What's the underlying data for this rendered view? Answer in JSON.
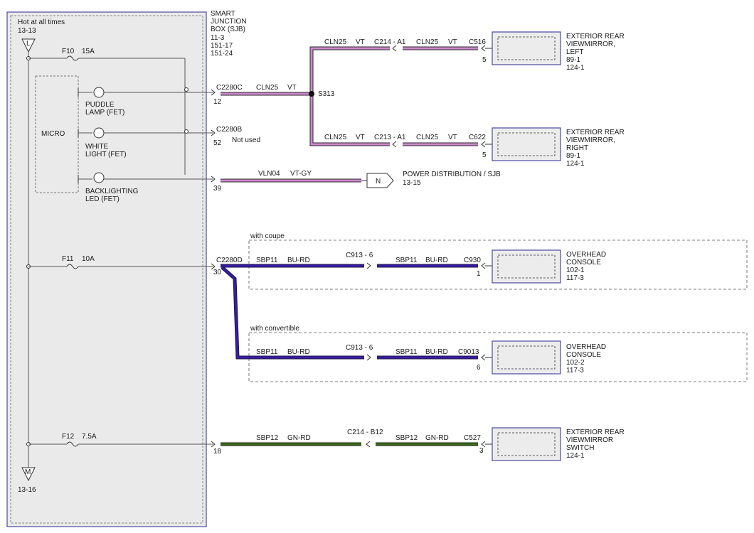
{
  "colors": {
    "vt": "#cc88cc",
    "bu_rd": "#3a1aa8",
    "gn_rd": "#3d6b1e",
    "box_fill": "#ececec",
    "box_border": "#4a4aa0",
    "thin_wire": "#555555"
  },
  "sjb": {
    "title_line1": "SMART",
    "title_line2": "JUNCTION",
    "title_line3": "BOX (SJB)",
    "ref1": "11-3",
    "ref2": "151-17",
    "ref3": "151-24",
    "hot_label": "Hot at all times",
    "hot_ref": "13-13",
    "top_connector": "L",
    "bottom_connector": "M",
    "bottom_ref": "13-16",
    "micro_label": "MICRO"
  },
  "fuses": [
    {
      "name": "F10",
      "rating": "15A"
    },
    {
      "name": "F11",
      "rating": "10A"
    },
    {
      "name": "F12",
      "rating": "7.5A"
    }
  ],
  "fets": [
    {
      "line1": "PUDDLE",
      "line2": "LAMP (FET)"
    },
    {
      "line1": "WHITE",
      "line2": "LIGHT (FET)"
    },
    {
      "line1": "BACKLIGHTING",
      "line2": "LED (FET)"
    }
  ],
  "sjb_pins": [
    {
      "connector": "C2280C",
      "pin": "12"
    },
    {
      "connector": "C2280B",
      "pin": "52",
      "note": "Not used"
    },
    {
      "connector": "",
      "pin": "39"
    },
    {
      "connector": "C2280D",
      "pin": "30"
    },
    {
      "connector": "",
      "pin": "18"
    }
  ],
  "wires": {
    "cln25_main": {
      "circuit": "CLN25",
      "color": "VT"
    },
    "cln25_top_a": {
      "circuit": "CLN25",
      "color": "VT"
    },
    "cln25_top_b": {
      "circuit": "CLN25",
      "color": "VT"
    },
    "cln25_bot_a": {
      "circuit": "CLN25",
      "color": "VT"
    },
    "cln25_bot_b": {
      "circuit": "CLN25",
      "color": "VT"
    },
    "vln04": {
      "circuit": "VLN04",
      "color": "VT-GY"
    },
    "sbp11_coupe_a": {
      "circuit": "SBP11",
      "color": "BU-RD"
    },
    "sbp11_coupe_b": {
      "circuit": "SBP11",
      "color": "BU-RD"
    },
    "sbp11_conv_a": {
      "circuit": "SBP11",
      "color": "BU-RD"
    },
    "sbp11_conv_b": {
      "circuit": "SBP11",
      "color": "BU-RD"
    },
    "sbp12_a": {
      "circuit": "SBP12",
      "color": "GN-RD"
    },
    "sbp12_b": {
      "circuit": "SBP12",
      "color": "GN-RD"
    }
  },
  "splice": "S313",
  "inline_connectors": {
    "c214_a1": "C214 - A1",
    "c213_a1": "C213 - A1",
    "c913_coupe": "C913 - 6",
    "c913_conv": "C913 - 6",
    "c214_b12": "C214 - B12"
  },
  "power_dist": {
    "connector": "N",
    "line1": "POWER DISTRIBUTION / SJB",
    "line2": "13-15"
  },
  "options": {
    "coupe": "with coupe",
    "convertible": "with convertible"
  },
  "components": [
    {
      "connector": "C516",
      "pin": "5",
      "line1": "EXTERIOR REAR",
      "line2": "VIEWMIRROR,",
      "line3": "LEFT",
      "ref1": "89-1",
      "ref2": "124-1"
    },
    {
      "connector": "C622",
      "pin": "5",
      "line1": "EXTERIOR REAR",
      "line2": "VIEWMIRROR,",
      "line3": "RIGHT",
      "ref1": "89-1",
      "ref2": "124-1"
    },
    {
      "connector": "C930",
      "pin": "1",
      "line1": "OVERHEAD",
      "line2": "CONSOLE",
      "line3": "102-1",
      "ref1": "117-3",
      "ref2": ""
    },
    {
      "connector": "C9013",
      "pin": "6",
      "line1": "OVERHEAD",
      "line2": "CONSOLE",
      "line3": "102-2",
      "ref1": "117-3",
      "ref2": ""
    },
    {
      "connector": "C527",
      "pin": "3",
      "line1": "EXTERIOR REAR",
      "line2": "VIEWMIRROR",
      "line3": "SWITCH",
      "ref1": "124-1",
      "ref2": ""
    }
  ]
}
